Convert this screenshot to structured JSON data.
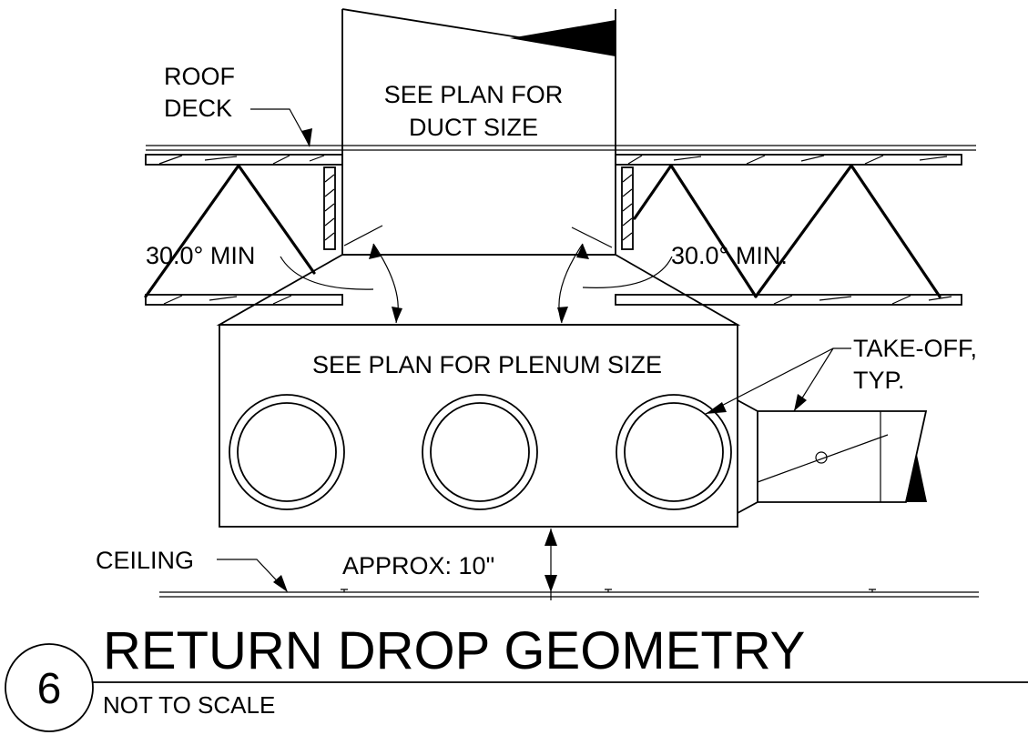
{
  "labels": {
    "roof_deck_line1": "ROOF",
    "roof_deck_line2": "DECK",
    "duct_line1": "SEE PLAN FOR",
    "duct_line2": "DUCT SIZE",
    "angle_left": "30.0° MIN",
    "angle_right": "30.0° MIN.",
    "plenum": "SEE PLAN FOR PLENUM SIZE",
    "takeoff_line1": "TAKE-OFF,",
    "takeoff_line2": "TYP.",
    "ceiling": "CEILING",
    "clearance": "APPROX: 10\""
  },
  "title_block": {
    "detail_number": "6",
    "title": "RETURN DROP GEOMETRY",
    "scale_note": "NOT TO SCALE"
  },
  "colors": {
    "line": "#000000",
    "background": "#ffffff"
  }
}
